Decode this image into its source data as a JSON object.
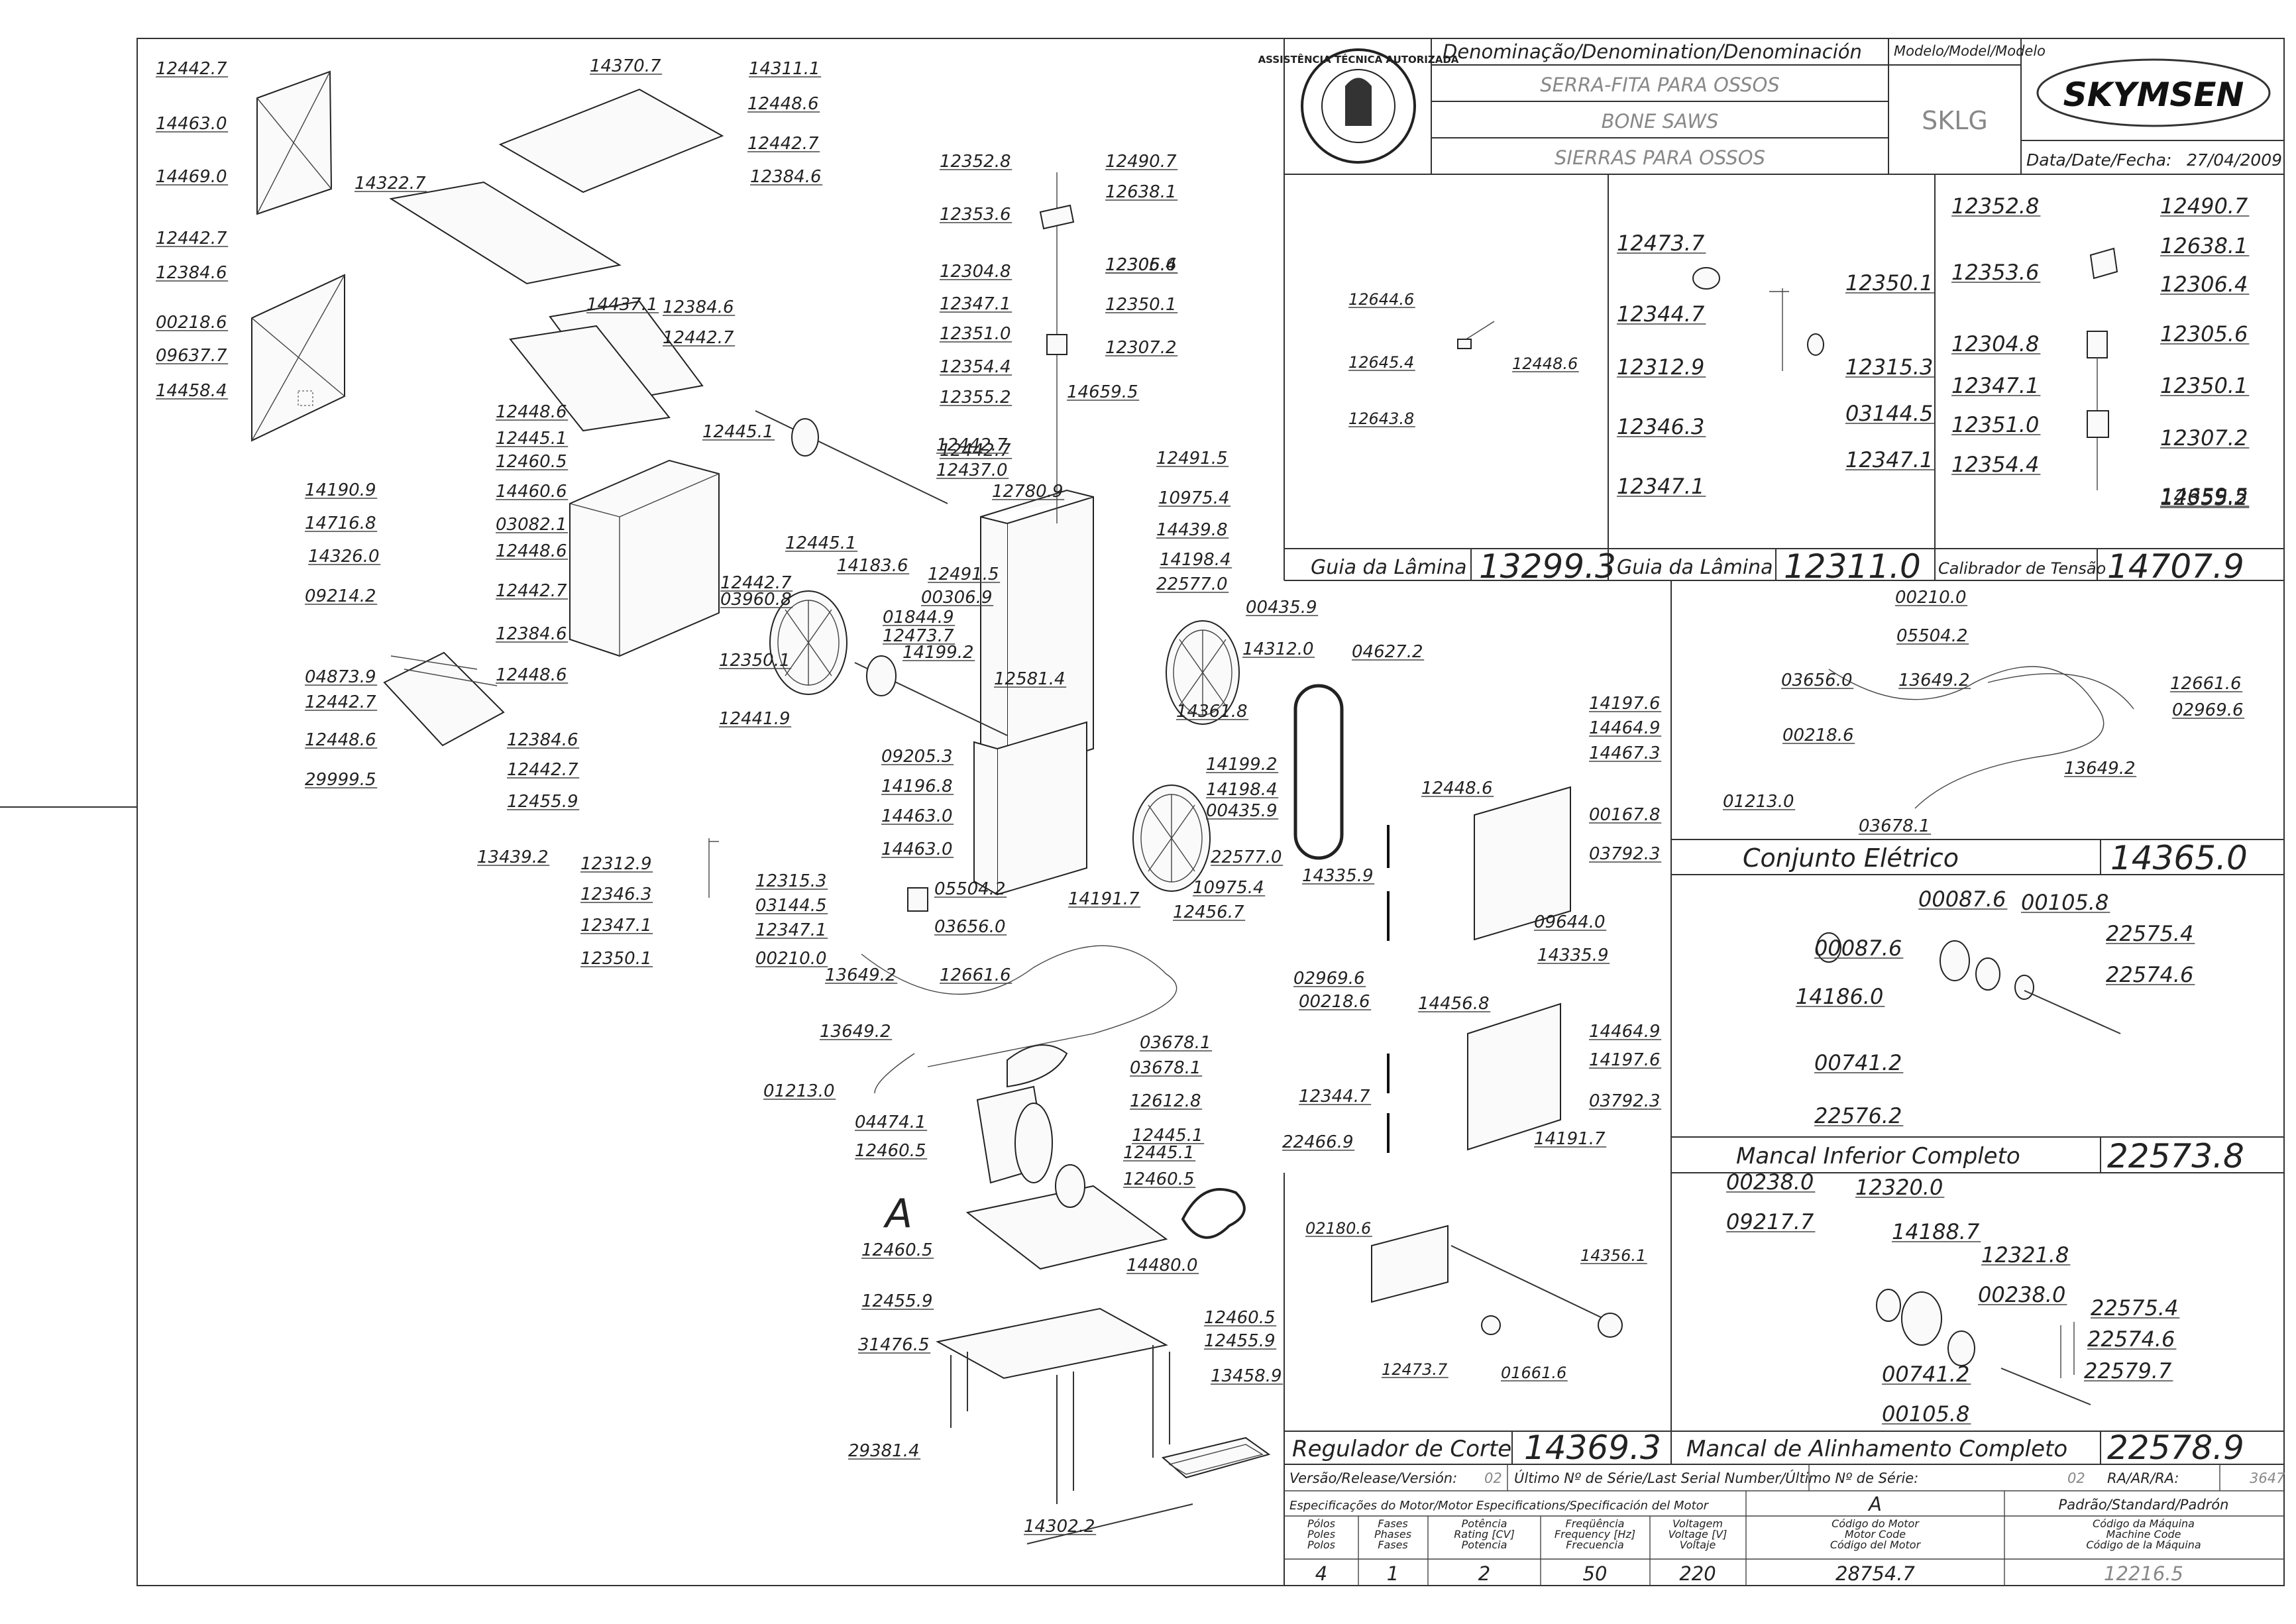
{
  "title_block": {
    "denomination_label": "Denominação/Denomination/Denominación",
    "model_label": "Modelo/Model/Modelo",
    "names": [
      "SERRA-FITA PARA OSSOS",
      "BONE SAWS",
      "SIERRAS PARA OSSOS"
    ],
    "model": "SKLG",
    "brand": "SKYMSEN",
    "date_label": "Data/Date/Fecha:",
    "date": "27/04/2009",
    "seal_text": "ASSISTÊNCIA TÉCNICA AUTORIZADA",
    "version_label": "Versão/Release/Versión:",
    "version": "02",
    "serial_label": "Último Nº de Série/Last Serial Number/Último Nº de Série:",
    "serial": "02",
    "ra_label": "RA/AR/RA:",
    "ra": "3647"
  },
  "motor_specs": {
    "heading": "Especificações do Motor/Motor Especifications/Specificación del Motor",
    "motor_col": "A",
    "standard_col": "Padrão/Standard/Padrón",
    "headers": [
      [
        "Pólos",
        "Poles",
        "Polos"
      ],
      [
        "Fases",
        "Phases",
        "Fases"
      ],
      [
        "Potência",
        "Rating [CV]",
        "Potencia"
      ],
      [
        "Freqüência",
        "Frequency [Hz]",
        "Frecuencia"
      ],
      [
        "Voltagem",
        "Voltage [V]",
        "Voltaje"
      ],
      [
        "Código do Motor",
        "Motor Code",
        "Código del Motor"
      ],
      [
        "Código da Máquina",
        "Machine Code",
        "Código de la Máquina"
      ]
    ],
    "values": [
      "4",
      "1",
      "2",
      "50",
      "220",
      "28754.7",
      "12216.5"
    ]
  },
  "panels": {
    "guia1": {
      "title": "Guia da Lâmina",
      "code": "13299.3",
      "labels": [
        "12644.6",
        "12645.4",
        "12643.8",
        "12448.6"
      ]
    },
    "guia2": {
      "title": "Guia da Lâmina",
      "code": "12311.0",
      "labels": [
        "12473.7",
        "12350.1",
        "12344.7",
        "12315.3",
        "12312.9",
        "03144.5",
        "12346.3",
        "12347.1",
        "12347.1"
      ]
    },
    "calib": {
      "title": "Calibrador de Tensão",
      "code": "14707.9",
      "labels": [
        "12352.8",
        "12490.7",
        "12638.1",
        "12353.6",
        "12306.4",
        "12304.8",
        "12305.6",
        "12347.1",
        "12350.1",
        "12351.0",
        "12307.2",
        "12354.4",
        "12355.2",
        "14659.5"
      ]
    },
    "eletrico": {
      "title": "Conjunto Elétrico",
      "code": "14365.0",
      "labels": [
        "00210.0",
        "05504.2",
        "03656.0",
        "13649.2",
        "12661.6",
        "02969.6",
        "00218.6",
        "13649.2",
        "01213.0",
        "03678.1"
      ]
    },
    "mancal_inf": {
      "title": "Mancal Inferior Completo",
      "code": "22573.8",
      "labels": [
        "00087.6",
        "00105.8",
        "00087.6",
        "22575.4",
        "22574.6",
        "14186.0",
        "00741.2",
        "22576.2"
      ]
    },
    "regulador": {
      "title": "Regulador de Corte",
      "code": "14369.3",
      "labels": [
        "02180.6",
        "14356.1",
        "12473.7",
        "01661.6"
      ]
    },
    "mancal_alin": {
      "title": "Mancal de Alinhamento Completo",
      "code": "22578.9",
      "labels": [
        "00238.0",
        "12320.0",
        "09217.7",
        "14188.7",
        "12321.8",
        "00238.0",
        "22575.4",
        "22574.6",
        "00741.2",
        "22579.7",
        "00105.8"
      ]
    }
  },
  "main_callouts": [
    "12442.7",
    "14463.0",
    "14469.0",
    "14370.7",
    "14311.1",
    "12448.6",
    "12442.7",
    "12384.6",
    "14322.7",
    "12442.7",
    "12384.6",
    "00218.6",
    "09637.7",
    "14458.4",
    "14437.1",
    "12384.6",
    "12442.7",
    "12352.8",
    "12490.7",
    "12638.1",
    "12353.6",
    "12306.4",
    "12304.8",
    "12305.6",
    "12347.1",
    "12350.1",
    "12351.0",
    "12307.2",
    "12354.4",
    "12355.2",
    "14659.5",
    "12445.1",
    "12442.7",
    "12448.6",
    "12445.1",
    "12460.5",
    "14460.6",
    "03082.1",
    "12448.6",
    "12442.7",
    "12384.6",
    "12448.6",
    "12442.7",
    "03960.8",
    "14190.9",
    "14716.8",
    "14326.0",
    "09214.2",
    "04873.9",
    "12442.7",
    "12448.6",
    "29999.5",
    "12384.6",
    "12442.7",
    "12455.9",
    "13439.2",
    "12445.1",
    "14183.6",
    "12350.1",
    "12441.9",
    "12442.7",
    "12437.0",
    "12780.9",
    "12491.5",
    "00306.9",
    "01844.9",
    "12473.7",
    "14199.2",
    "12491.5",
    "10975.4",
    "14439.8",
    "14198.4",
    "22577.0",
    "00435.9",
    "14312.0",
    "14361.8",
    "04627.2",
    "12581.4",
    "09205.3",
    "14196.8",
    "14463.0",
    "14463.0",
    "14199.2",
    "14198.4",
    "00435.9",
    "22577.0",
    "10975.4",
    "12456.7",
    "14191.7",
    "14335.9",
    "12448.6",
    "14197.6",
    "14464.9",
    "14467.3",
    "00167.8",
    "03792.3",
    "09644.0",
    "14335.9",
    "14456.8",
    "14464.9",
    "14197.6",
    "03792.3",
    "14191.7",
    "12344.7",
    "12312.9",
    "12346.3",
    "12347.1",
    "12350.1",
    "12315.3",
    "03144.5",
    "12347.1",
    "00210.0",
    "05504.2",
    "03656.0",
    "13649.2",
    "12661.6",
    "02969.6",
    "00218.6",
    "13649.2",
    "03678.1",
    "01213.0",
    "03678.1",
    "04474.1",
    "12612.8",
    "12445.1",
    "12460.5",
    "12445.1",
    "12460.5",
    "A",
    "12460.5",
    "14480.0",
    "12455.9",
    "31476.5",
    "12460.5",
    "12455.9",
    "13458.9",
    "29381.4",
    "14302.2",
    "22466.9"
  ]
}
